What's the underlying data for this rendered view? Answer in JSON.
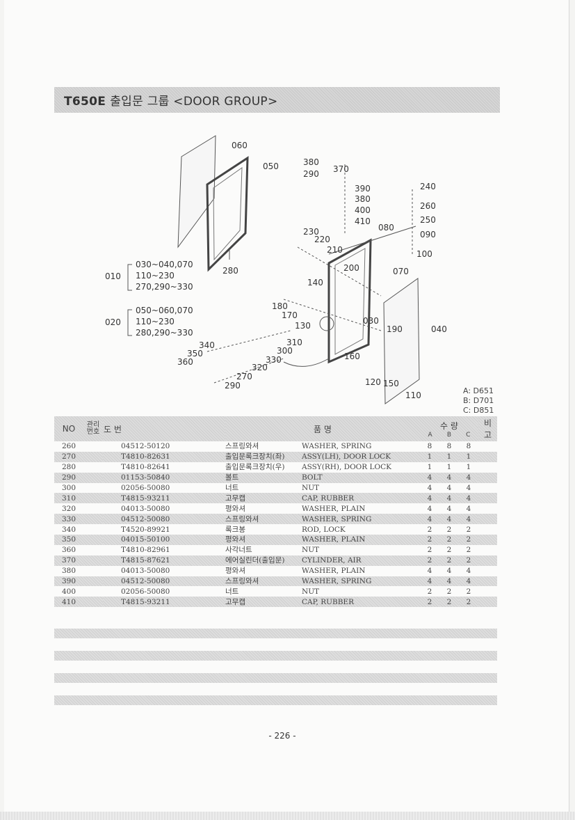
{
  "header": {
    "model": "T650E",
    "title": "출입문 그룹 <DOOR GROUP>"
  },
  "diagram": {
    "callouts": [
      "060",
      "050",
      "380",
      "370",
      "290",
      "390",
      "380",
      "400",
      "410",
      "240",
      "260",
      "250",
      "090",
      "100",
      "080",
      "230",
      "220",
      "210",
      "200",
      "070",
      "140",
      "180",
      "170",
      "130",
      "030",
      "190",
      "040",
      "310",
      "300",
      "330",
      "320",
      "340",
      "350",
      "360",
      "270",
      "290",
      "160",
      "120",
      "150",
      "110",
      "280"
    ],
    "groups": [
      {
        "no": "010",
        "lines": [
          "030~040,070",
          "110~230",
          "270,290~330"
        ]
      },
      {
        "no": "020",
        "lines": [
          "050~060,070",
          "110~230",
          "280,290~330"
        ]
      }
    ],
    "legend": [
      "A: D651",
      "B: D701",
      "C: D851"
    ]
  },
  "table": {
    "headers": {
      "no": "NO",
      "mgmt": "관리\n번호",
      "drawing": "도  번",
      "name": "품       명",
      "qty": "수  량",
      "qa": "A",
      "qb": "B",
      "qc": "C",
      "remarks": "비 고"
    },
    "rows": [
      {
        "no": "260",
        "part": "04512-50120",
        "kor": "스프링와셔",
        "eng": "WASHER, SPRING",
        "a": "8",
        "b": "8",
        "c": "8"
      },
      {
        "no": "270",
        "part": "T4810-82631",
        "kor": "출입문록크장치(좌)",
        "eng": "ASSY(LH), DOOR LOCK",
        "a": "1",
        "b": "1",
        "c": "1"
      },
      {
        "no": "280",
        "part": "T4810-82641",
        "kor": "출입문록크장치(우)",
        "eng": "ASSY(RH), DOOR LOCK",
        "a": "1",
        "b": "1",
        "c": "1"
      },
      {
        "no": "290",
        "part": "01153-50840",
        "kor": "볼트",
        "eng": "BOLT",
        "a": "4",
        "b": "4",
        "c": "4"
      },
      {
        "no": "300",
        "part": "02056-50080",
        "kor": "너트",
        "eng": "NUT",
        "a": "4",
        "b": "4",
        "c": "4"
      },
      {
        "no": "310",
        "part": "T4815-93211",
        "kor": "고무캡",
        "eng": "CAP, RUBBER",
        "a": "4",
        "b": "4",
        "c": "4"
      },
      {
        "no": "320",
        "part": "04013-50080",
        "kor": "평와셔",
        "eng": "WASHER, PLAIN",
        "a": "4",
        "b": "4",
        "c": "4"
      },
      {
        "no": "330",
        "part": "04512-50080",
        "kor": "스프링와셔",
        "eng": "WASHER, SPRING",
        "a": "4",
        "b": "4",
        "c": "4"
      },
      {
        "no": "340",
        "part": "T4520-89921",
        "kor": "록크봉",
        "eng": "ROD, LOCK",
        "a": "2",
        "b": "2",
        "c": "2"
      },
      {
        "no": "350",
        "part": "04015-50100",
        "kor": "평와셔",
        "eng": "WASHER, PLAIN",
        "a": "2",
        "b": "2",
        "c": "2"
      },
      {
        "no": "360",
        "part": "T4810-82961",
        "kor": "사각너트",
        "eng": "NUT",
        "a": "2",
        "b": "2",
        "c": "2"
      },
      {
        "no": "370",
        "part": "T4815-87621",
        "kor": "에어실린더(출입문)",
        "eng": "CYLINDER, AIR",
        "a": "2",
        "b": "2",
        "c": "2"
      },
      {
        "no": "380",
        "part": "04013-50080",
        "kor": "평와셔",
        "eng": "WASHER, PLAIN",
        "a": "4",
        "b": "4",
        "c": "4"
      },
      {
        "no": "390",
        "part": "04512-50080",
        "kor": "스프링와셔",
        "eng": "WASHER, SPRING",
        "a": "4",
        "b": "4",
        "c": "4"
      },
      {
        "no": "400",
        "part": "02056-50080",
        "kor": "너트",
        "eng": "NUT",
        "a": "2",
        "b": "2",
        "c": "2"
      },
      {
        "no": "410",
        "part": "T4815-93211",
        "kor": "고무캡",
        "eng": "CAP, RUBBER",
        "a": "2",
        "b": "2",
        "c": "2"
      }
    ]
  },
  "footer": {
    "page": "- 226 -"
  }
}
